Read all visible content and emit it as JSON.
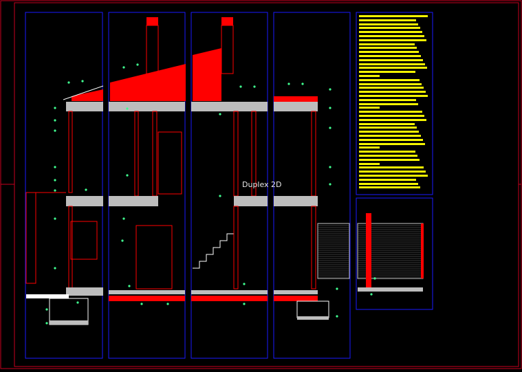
{
  "title": "Duplex 2D",
  "colors": {
    "background": "#000000",
    "frame": "#c8001e",
    "viewport": "#1a1aff",
    "wall": "#ff0000",
    "slab": "#bdbdbd",
    "dimension": "#40ff90",
    "notes": "#f5f500",
    "hatch": "#c8c8c8",
    "white": "#ffffff"
  },
  "notes": {
    "rows": 44,
    "gap_rows": [
      15,
      23,
      33,
      37
    ]
  }
}
